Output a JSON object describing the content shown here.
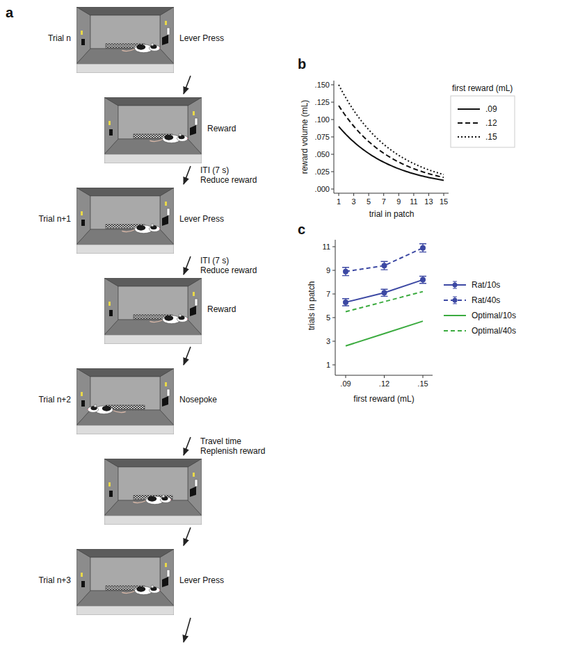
{
  "diagram": {
    "labels": [
      "a",
      "Trial n",
      "Lever Press",
      "Reward",
      "ITI (7 s) Reduce reward",
      "Trial n+1",
      "Lever Press",
      "ITI (7 s) Reduce reward",
      "Reward",
      "Trial n+2",
      "Nosepoke",
      "Travel time Replenish reward",
      "Trial n+3",
      "Lever Press",
      "b",
      "reward volume (mL)",
      ".150",
      ".125",
      ".100",
      ".075",
      ".050",
      ".025",
      ".000",
      "1",
      "3",
      "5",
      "7",
      "9",
      "11",
      "13",
      "15",
      "trial in patch",
      "first reward (mL)",
      "c",
      "trials in patch",
      "11",
      "9",
      "7",
      "5",
      "3",
      "1",
      ".09",
      ".12",
      ".15",
      "first reward (mL)"
    ],
    "legend": [
      {
        "text": ".09"
      },
      {
        "text": ".12"
      },
      {
        "text": ".15"
      },
      {
        "text": "Rat/10s"
      },
      {
        "text": "Rat/40s"
      },
      {
        "text": "Optimal/10s"
      },
      {
        "text": "Optimal/40s"
      }
    ]
  }
}
